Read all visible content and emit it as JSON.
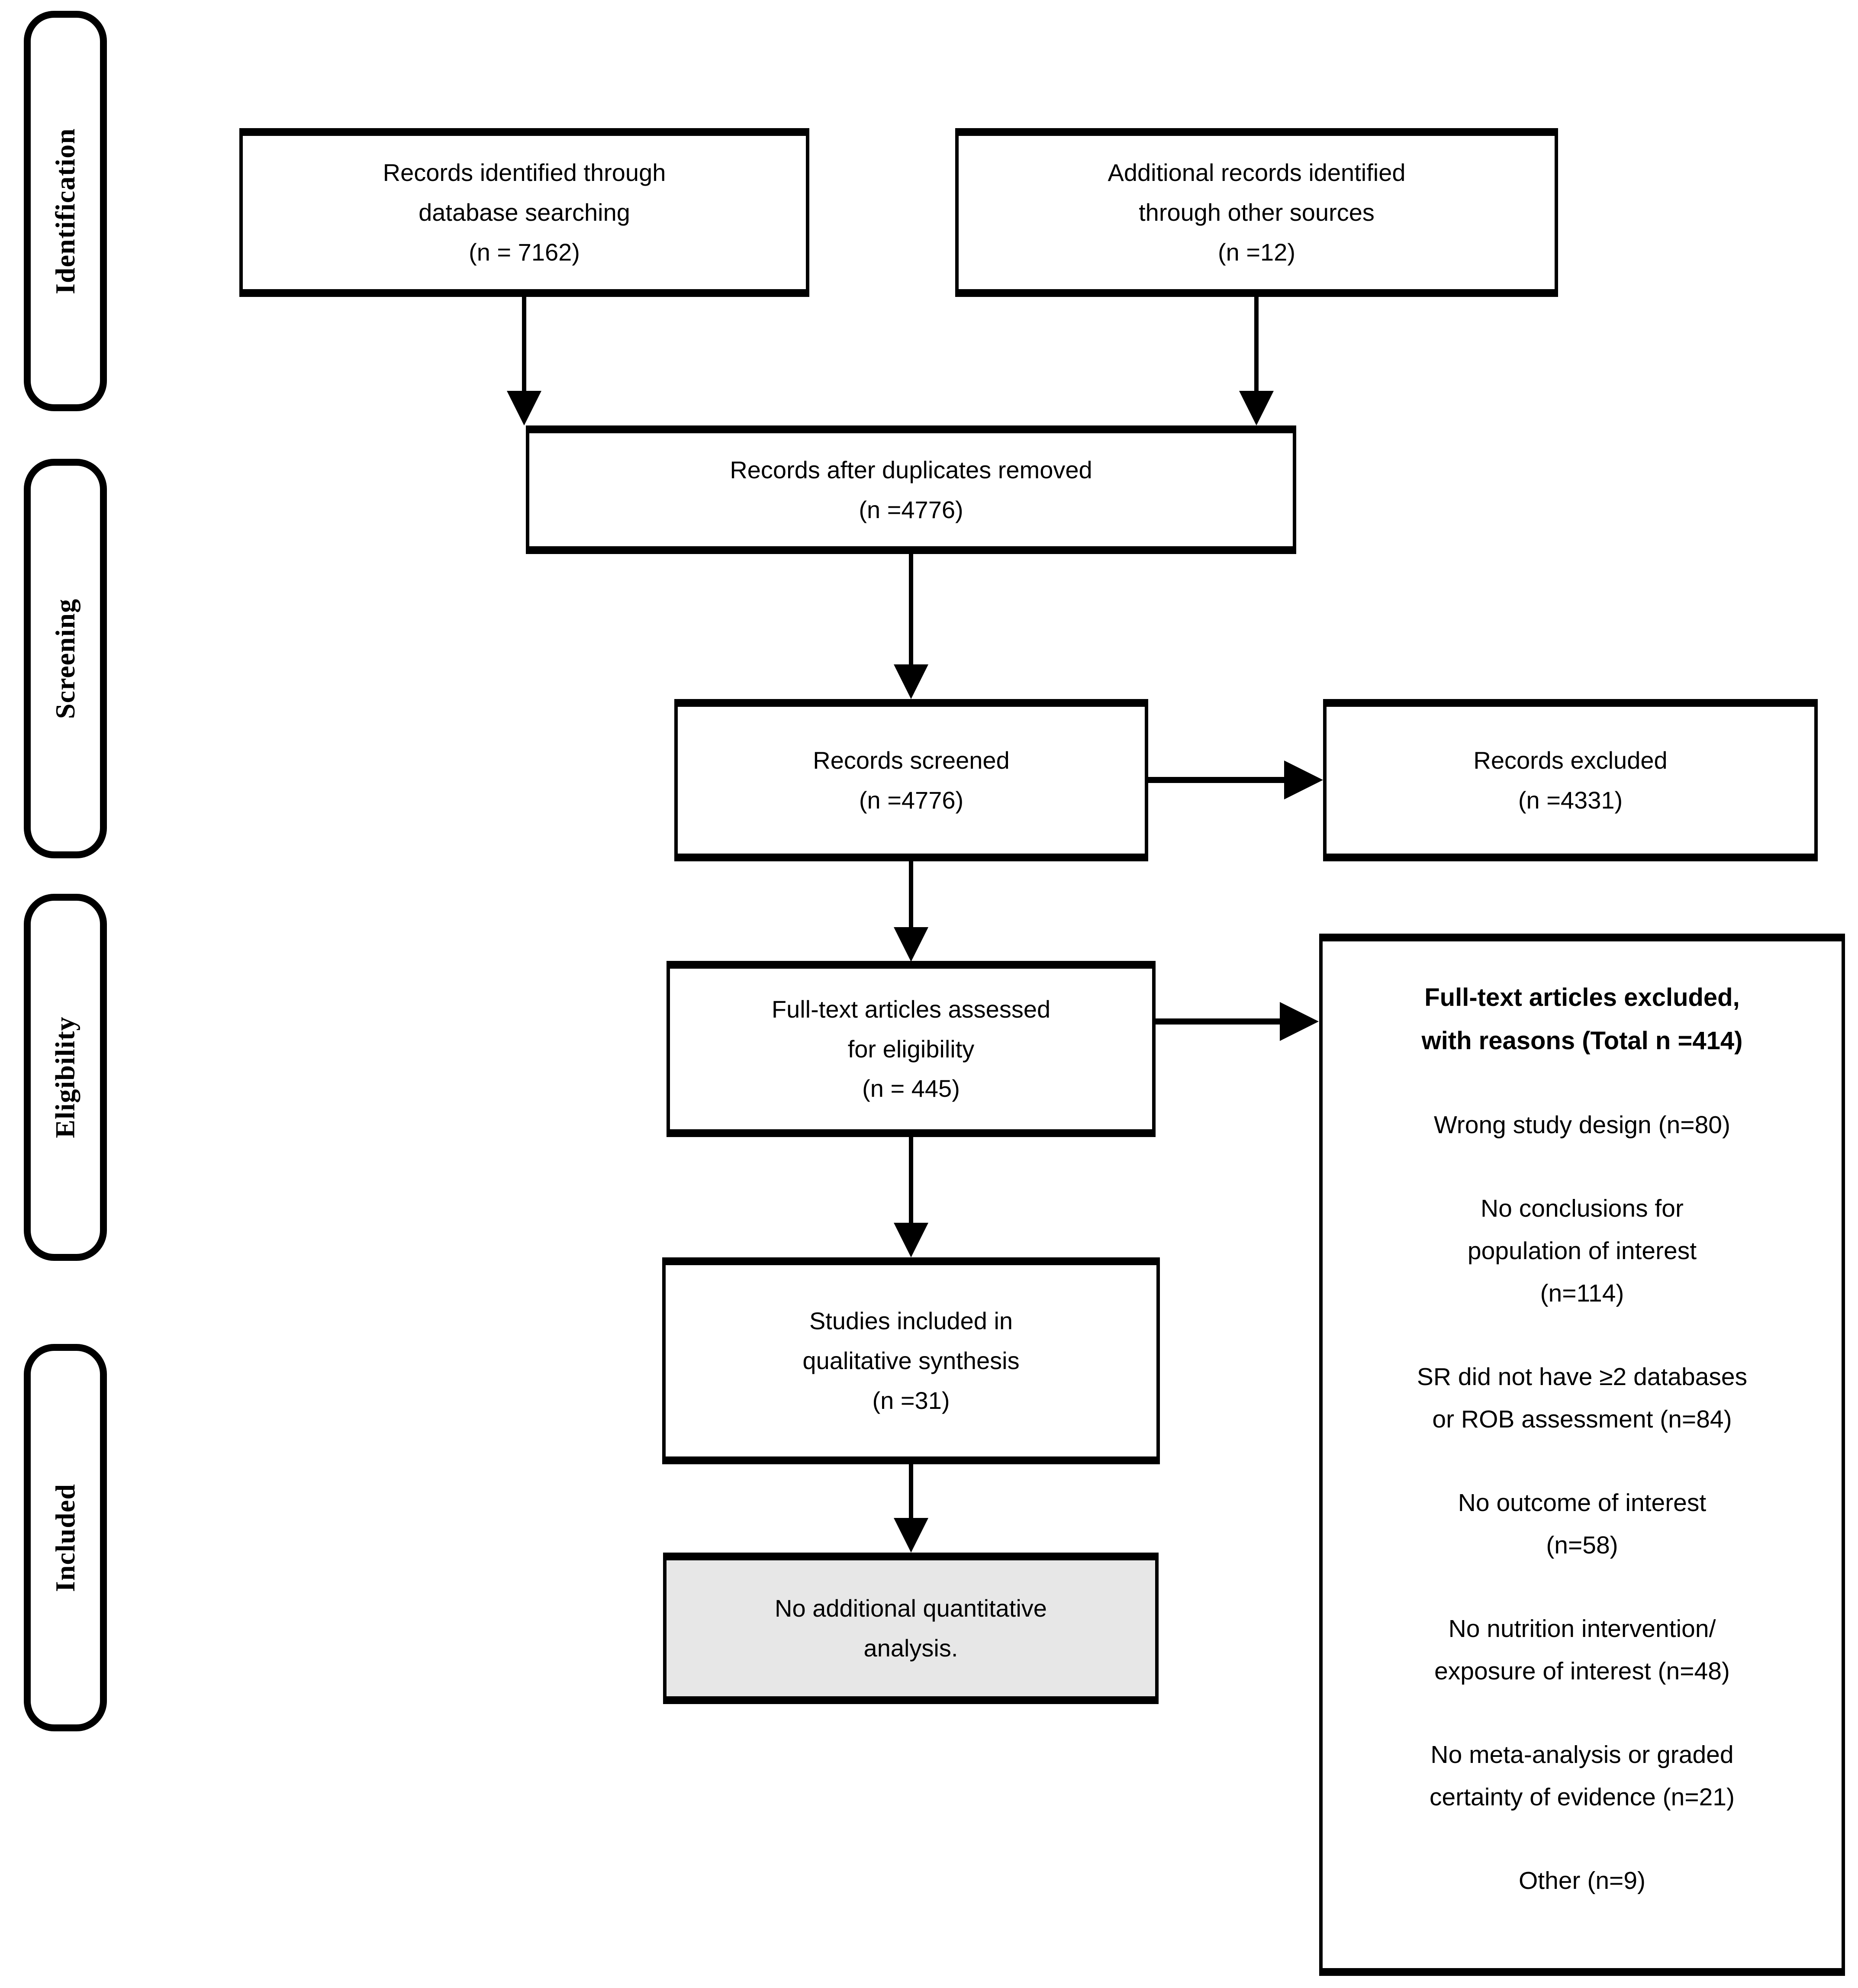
{
  "diagram": {
    "sidebar": [
      {
        "label": "Identification"
      },
      {
        "label": "Screening"
      },
      {
        "label": "Eligibility"
      },
      {
        "label": "Included"
      }
    ],
    "boxes": {
      "db_search": {
        "lines": [
          "Records identified through",
          "database searching",
          "(n = 7162)"
        ]
      },
      "other_sources": {
        "lines": [
          "Additional records identified",
          "through other sources",
          "(n =12)"
        ]
      },
      "duplicates_removed": {
        "lines": [
          "Records after duplicates removed",
          "(n =4776)"
        ]
      },
      "screened": {
        "lines": [
          "Records screened",
          "(n =4776)"
        ]
      },
      "excluded": {
        "lines": [
          "Records excluded",
          "(n =4331)"
        ]
      },
      "full_text": {
        "lines": [
          "Full-text articles assessed",
          "for eligibility",
          "(n = 445)"
        ]
      },
      "qualitative": {
        "lines": [
          "Studies included in",
          "qualitative synthesis",
          "(n =31)"
        ]
      },
      "no_quant": {
        "lines": [
          "No additional quantitative",
          "analysis."
        ]
      },
      "reasons": {
        "title_lines": [
          "Full-text articles excluded,",
          "with reasons (Total n =414)"
        ],
        "items": [
          {
            "lines": [
              "Wrong study design (n=80)"
            ]
          },
          {
            "lines": [
              "No conclusions for",
              "population of interest",
              "(n=114)"
            ]
          },
          {
            "lines": [
              "SR did not have ≥2 databases",
              "or ROB assessment (n=84)"
            ]
          },
          {
            "lines": [
              "No outcome of interest",
              "(n=58)"
            ]
          },
          {
            "lines": [
              "No nutrition intervention/",
              "exposure of interest (n=48)"
            ]
          },
          {
            "lines": [
              "No meta-analysis or graded",
              "certainty of evidence (n=21)"
            ]
          },
          {
            "lines": [
              "Other (n=9)"
            ]
          }
        ]
      }
    },
    "colors": {
      "border": "#000000",
      "box_bg": "#ffffff",
      "shaded_box_bg": "#e7e7e7",
      "text": "#000000"
    }
  }
}
